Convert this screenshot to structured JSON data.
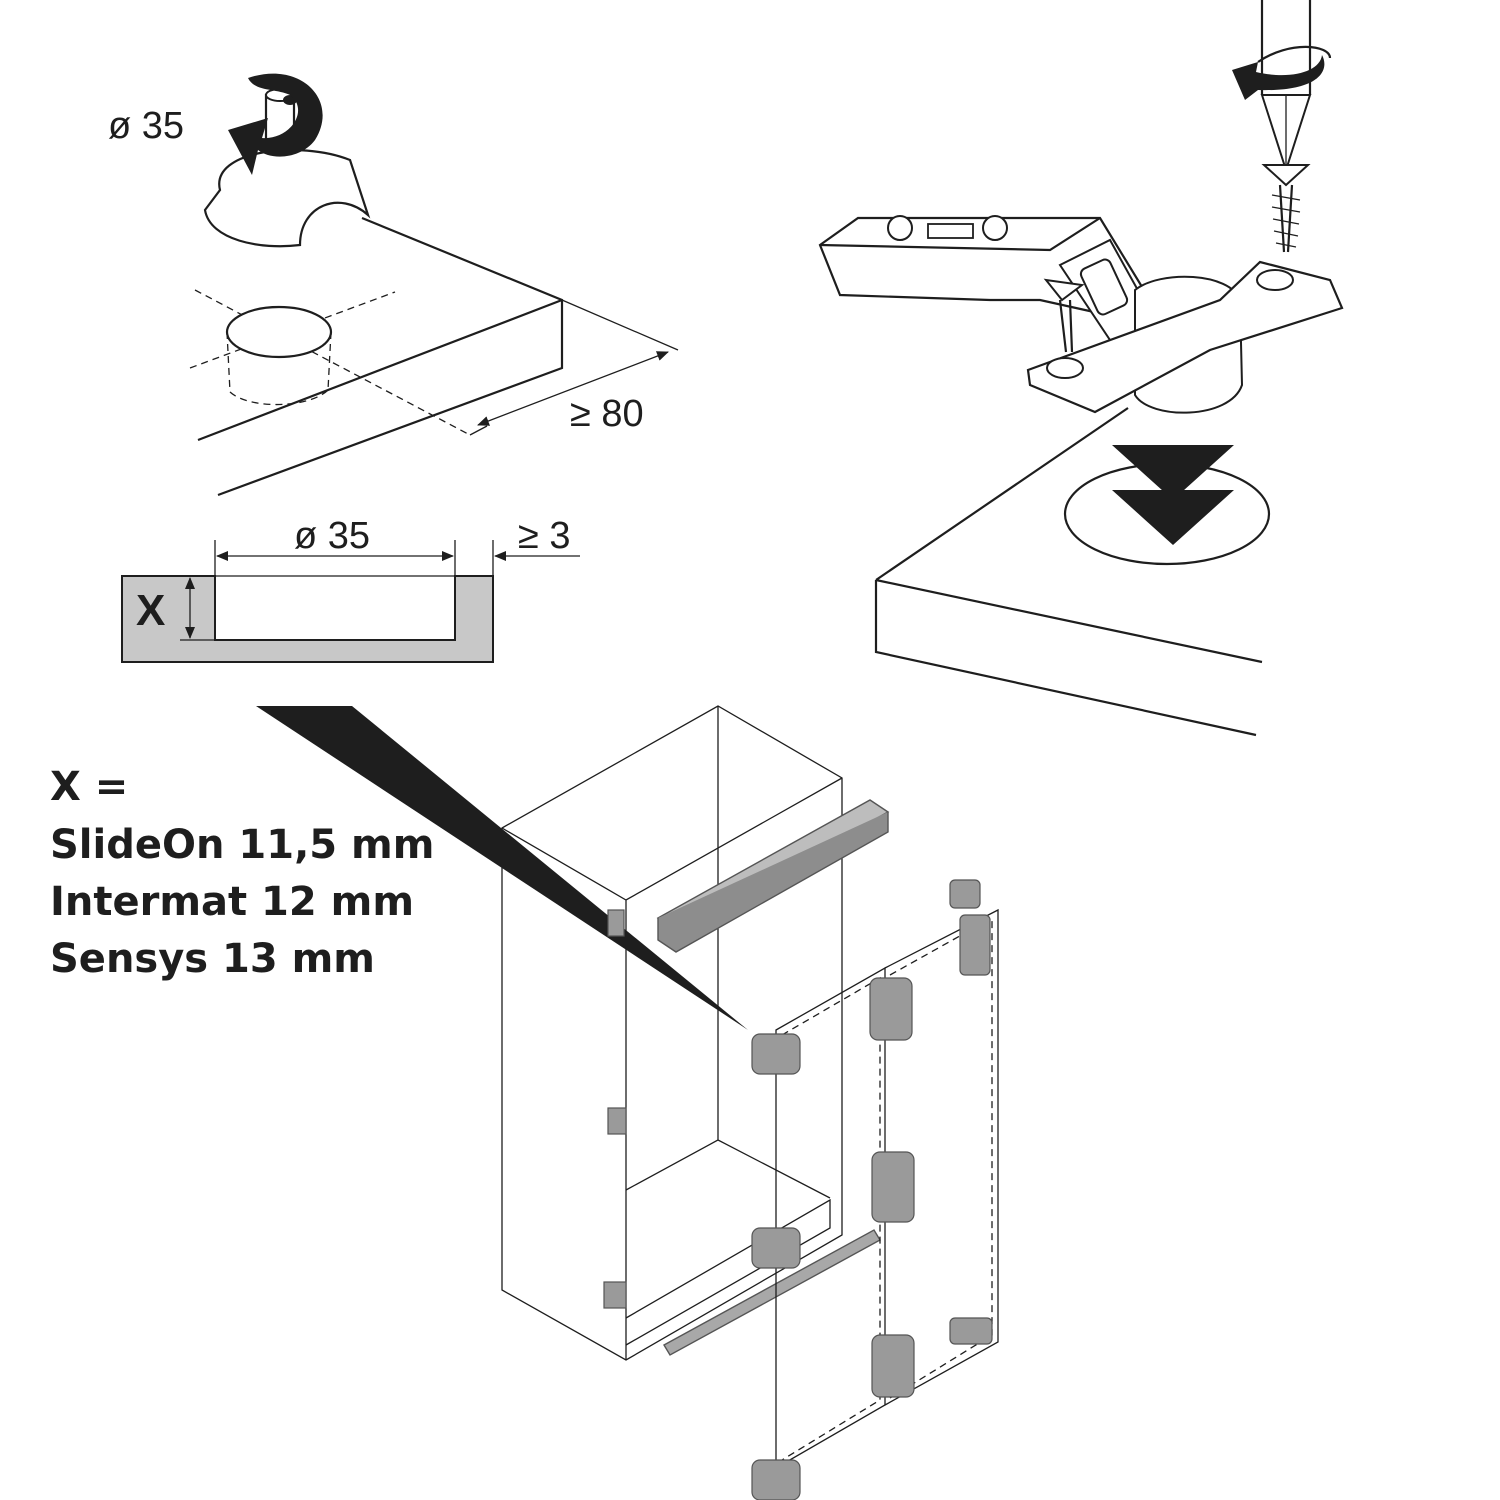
{
  "drill": {
    "diameter_label": "ø 35",
    "distance_label": "≥ 80"
  },
  "section": {
    "diameter_label": "ø 35",
    "edge_label": "≥ 3",
    "depth_symbol": "X"
  },
  "depth_table": {
    "heading": "X =",
    "rows": [
      "SlideOn 11,5 mm",
      "Intermat 12 mm",
      "Sensys 13 mm"
    ]
  },
  "colors": {
    "line": "#1e1e1e",
    "panel": "#c8c8c8",
    "hardware": "#9a9a9a"
  }
}
